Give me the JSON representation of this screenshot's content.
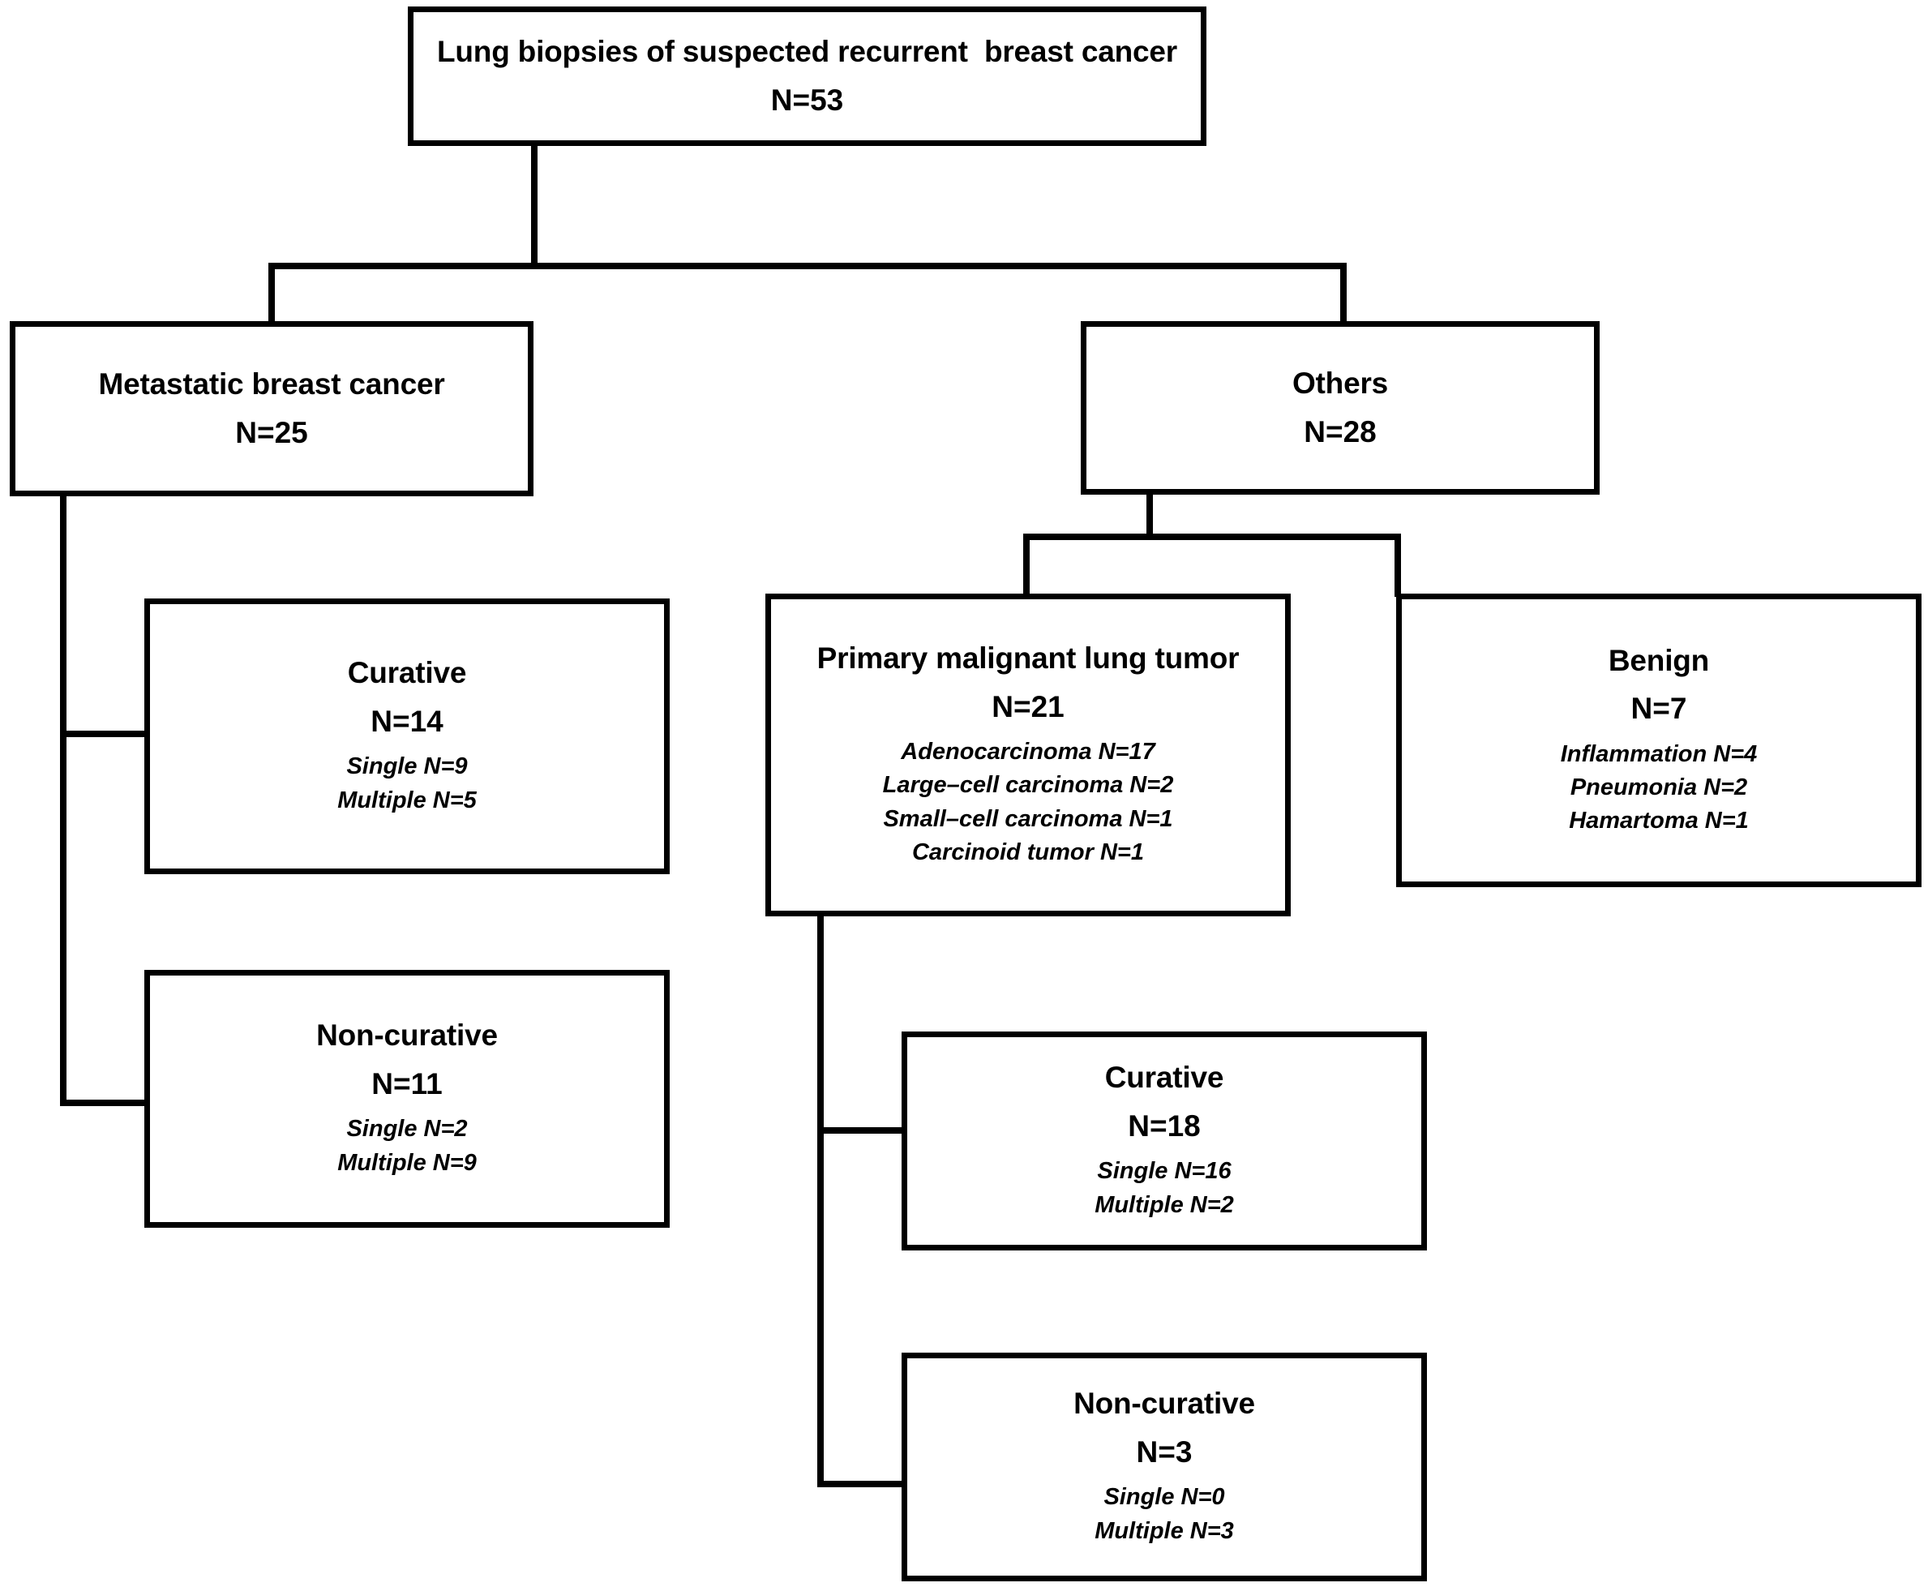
{
  "diagram": {
    "type": "flowchart",
    "title": "Lung biopsies of suspected recurrent breast cancer study flow",
    "stroke_color": "#000000",
    "background_color": "#ffffff",
    "nodes": {
      "root": {
        "label": "Lung biopsies of suspected recurrent  breast cancer",
        "count": "N=53"
      },
      "metastatic": {
        "label": "Metastatic breast cancer",
        "count": "N=25"
      },
      "others": {
        "label": "Others",
        "count": "N=28"
      },
      "met_curative": {
        "label": "Curative",
        "count": "N=14",
        "details": [
          "Single N=9",
          "Multiple N=5"
        ]
      },
      "met_noncurative": {
        "label": "Non-curative",
        "count": "N=11",
        "details": [
          "Single N=2",
          "Multiple N=9"
        ]
      },
      "primary_tumor": {
        "label": "Primary malignant lung tumor",
        "count": "N=21",
        "details": [
          "Adenocarcinoma N=17",
          "Large–cell carcinoma N=2",
          "Small–cell carcinoma N=1",
          "Carcinoid tumor N=1"
        ]
      },
      "benign": {
        "label": "Benign",
        "count": "N=7",
        "details": [
          "Inflammation N=4",
          "Pneumonia N=2",
          "Hamartoma N=1"
        ]
      },
      "primary_curative": {
        "label": "Curative",
        "count": "N=18",
        "details": [
          "Single N=16",
          "Multiple N=2"
        ]
      },
      "primary_noncurative": {
        "label": "Non-curative",
        "count": "N=3",
        "details": [
          "Single N=0",
          "Multiple N=3"
        ]
      }
    }
  }
}
